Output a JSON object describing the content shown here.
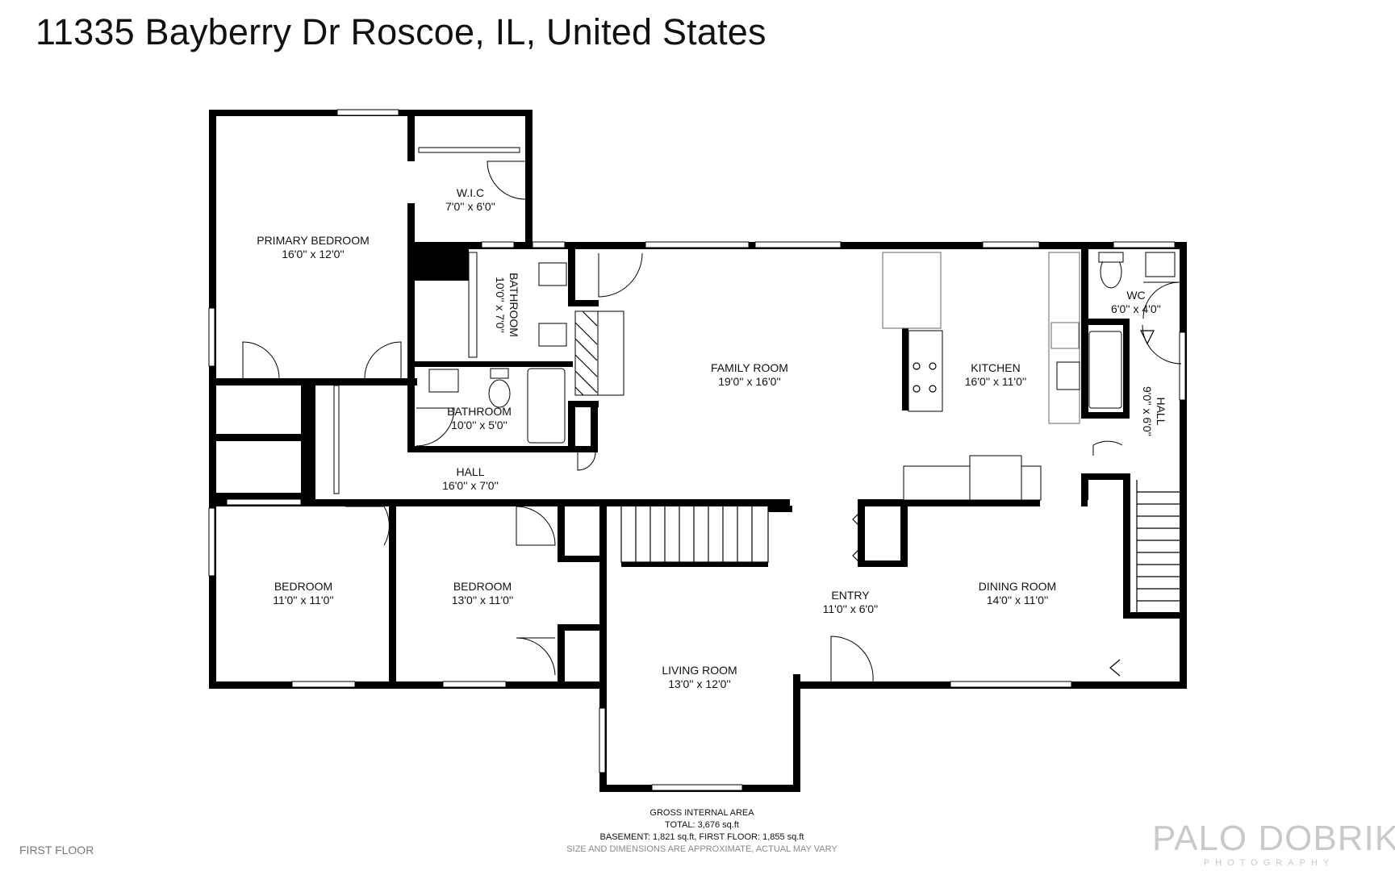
{
  "title": "11335 Bayberry Dr Roscoe, IL, United States",
  "rooms": [
    {
      "id": "primary-bedroom",
      "name": "PRIMARY BEDROOM",
      "dims": "16'0'' x 12'0''"
    },
    {
      "id": "wic",
      "name": "W.I.C",
      "dims": "7'0'' x 6'0''"
    },
    {
      "id": "bathroom-1",
      "name": "BATHROOM",
      "dims": "10'0'' x 7'0''"
    },
    {
      "id": "bathroom-2",
      "name": "BATHROOM",
      "dims": "10'0'' x 5'0''"
    },
    {
      "id": "hall-1",
      "name": "HALL",
      "dims": "16'0'' x 7'0''"
    },
    {
      "id": "family-room",
      "name": "FAMILY ROOM",
      "dims": "19'0'' x 16'0''"
    },
    {
      "id": "kitchen",
      "name": "KITCHEN",
      "dims": "16'0'' x 11'0''"
    },
    {
      "id": "wc",
      "name": "WC",
      "dims": "6'0'' x 4'0''"
    },
    {
      "id": "hall-2",
      "name": "HALL",
      "dims": "9'0'' x 6'0''"
    },
    {
      "id": "bedroom-1",
      "name": "BEDROOM",
      "dims": "11'0'' x 11'0''"
    },
    {
      "id": "bedroom-2",
      "name": "BEDROOM",
      "dims": "13'0'' x 11'0''"
    },
    {
      "id": "entry",
      "name": "ENTRY",
      "dims": "11'0'' x 6'0''"
    },
    {
      "id": "dining-room",
      "name": "DINING ROOM",
      "dims": "14'0'' x 11'0''"
    },
    {
      "id": "living-room",
      "name": "LIVING ROOM",
      "dims": "13'0'' x 12'0''"
    }
  ],
  "area": {
    "heading": "GROSS INTERNAL AREA",
    "total": "TOTAL: 3,676 sq.ft",
    "breakdown": "BASEMENT: 1,821 sq.ft, FIRST FLOOR: 1,855 sq.ft",
    "disclaimer": "SIZE AND DIMENSIONS ARE APPROXIMATE, ACTUAL MAY VARY"
  },
  "floor_label": "FIRST FLOOR",
  "brand": {
    "name": "PALO DOBRIK",
    "tagline": "PHOTOGRAPHY"
  },
  "colors": {
    "wall": "#000000",
    "background": "#ffffff",
    "watermark": "#c9c9c9"
  }
}
